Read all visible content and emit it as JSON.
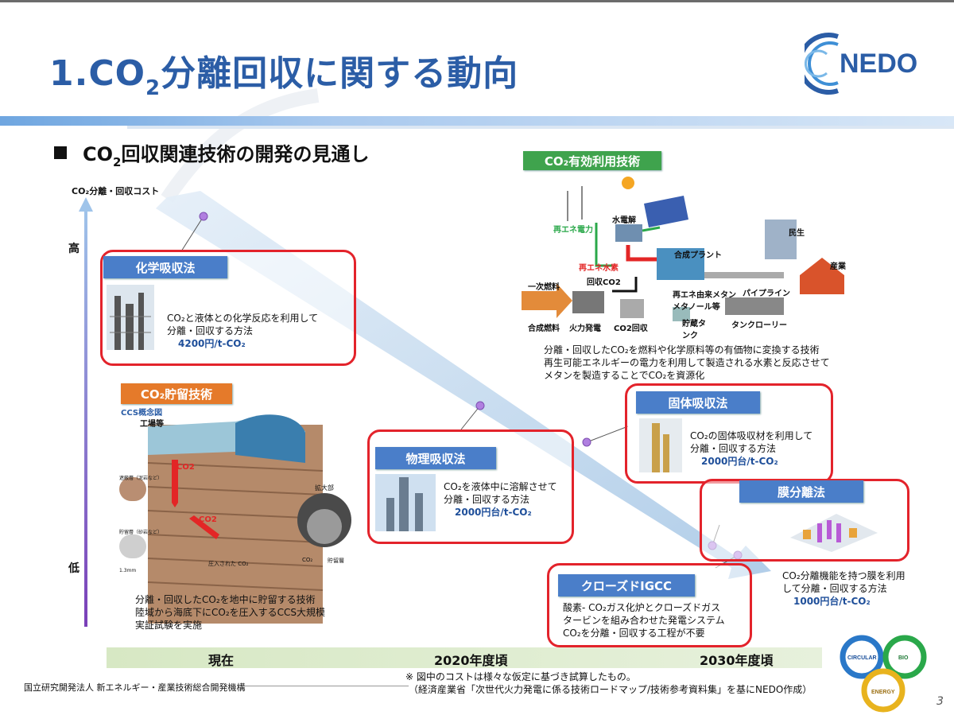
{
  "title": {
    "prefix": "1.CO",
    "sub": "2",
    "rest": "分離回収に関する動向"
  },
  "logo": {
    "text": "NEDO",
    "icon": "nedo-logo-icon"
  },
  "subtitle": {
    "prefix": "CO",
    "sub": "2",
    "rest": "回収関連技術の開発の見通し"
  },
  "axis": {
    "label": "CO₂分離・回収コスト",
    "high": "高",
    "low": "低"
  },
  "chemical": {
    "label": "化学吸収法",
    "line1": "CO₂と液体との化学反応を利用して",
    "line2": "分離・回収する方法",
    "cost": "4200円/t-CO₂"
  },
  "storage": {
    "label": "CO₂貯留技術",
    "ccs": "CCS概念図",
    "factory": "工場等",
    "co2a": "CO2",
    "co2b": "CO2",
    "layer1": "遮蔽層（泥岩など）",
    "layer2": "貯留層（砂岩など）",
    "note": "1.3mm",
    "expand": "拡大部",
    "inject": "圧入された CO₂",
    "co2c": "CO₂",
    "storelayer": "貯留層",
    "desc1": "分離・回収したCO₂を地中に貯留する技術",
    "desc2": "陸域から海底下にCO₂を圧入するCCS大規模",
    "desc3": "実証試験を実施"
  },
  "physical": {
    "label": "物理吸収法",
    "line1": "CO₂を液体中に溶解させて",
    "line2": "分離・回収する方法",
    "cost": "2000円台/t-CO₂"
  },
  "solid": {
    "label": "固体吸収法",
    "line1": "CO₂の固体吸収材を利用して",
    "line2": "分離・回収する方法",
    "cost": "2000円台/t-CO₂"
  },
  "membrane": {
    "label": "膜分離法",
    "line1": "CO₂分離機能を持つ膜を利用",
    "line2": "して分離・回収する方法",
    "cost": "1000円台/t-CO₂"
  },
  "igcc": {
    "label": "クローズドIGCC",
    "line1": "酸素- CO₂ガス化炉とクローズドガス",
    "line2": "タービンを組み合わせた発電システム",
    "line3": "CO₂を分離・回収する工程が不要"
  },
  "utilization": {
    "label": "CO₂有効利用技術",
    "renew_power": "再エネ電力",
    "electrolysis": "水電解",
    "renew_h2": "再エネ水素",
    "recovered": "回収CO2",
    "primary_fuel": "一次燃料",
    "synth_fuel": "合成燃料",
    "thermal": "火力発電",
    "co2_recovery": "CO2回収",
    "storage_tank": "貯蔵タンク",
    "synth_plant": "合成プラント",
    "methane": "再エネ由来メタン メタノール等",
    "pipeline": "パイプライン",
    "tank_lorry": "タンクローリー",
    "civil": "民生",
    "industry": "産業",
    "desc1": "分離・回収したCO₂を燃料や化学原料等の有価物に変換する技術",
    "desc2": "再生可能エネルギーの電力を利用して製造される水素と反応させて",
    "desc3": "メタンを製造することでCO₂を資源化"
  },
  "timeline": {
    "now": "現在",
    "y2020": "2020年度頃",
    "y2030": "2030年度頃"
  },
  "note": {
    "line1": "※ 図中のコストは様々な仮定に基づき試算したもの。",
    "line2": "（経済産業省「次世代火力発電に係る技術ロードマップ/技術参考資料集」を基にNEDO作成）"
  },
  "footer": "国立研究開発法人 新エネルギー・産業技術総合開発機構",
  "cycle": {
    "circular": "CIRCULAR",
    "bio": "BIO",
    "energy": "ENERGY"
  },
  "page": "3",
  "colors": {
    "title": "#2b5da6",
    "label_blue": "#4a7ec9",
    "red_border": "#e3232b",
    "arrow": "#b9d3ea"
  }
}
